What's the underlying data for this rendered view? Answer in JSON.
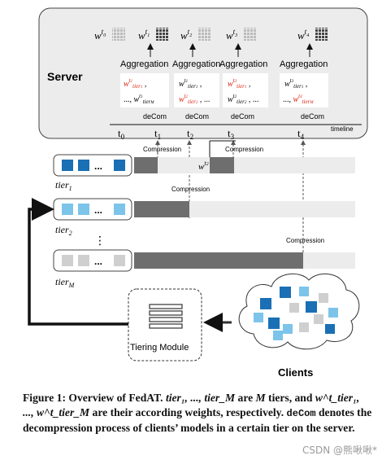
{
  "server": {
    "label": "Server",
    "aggregation_label": "Aggregation",
    "decom_label": "deCom",
    "timeline_label": "timeline",
    "weights": [
      {
        "base": "w",
        "sup": "t",
        "sub": "0"
      },
      {
        "base": "w",
        "sup": "t",
        "sub": "1"
      },
      {
        "base": "w",
        "sup": "t",
        "sub": "2"
      },
      {
        "base": "w",
        "sup": "t",
        "sub": "3"
      },
      {
        "base": "w",
        "sup": "t",
        "sub": "4"
      }
    ],
    "boxes": [
      {
        "line1": "w_tier1^t1 ,",
        "line1b": "..., w_tierM^t1"
      },
      {
        "line1": "w_tier1^t1 ,",
        "line1b": "w_tier2^t2 , ..."
      },
      {
        "line1": "w_tier1^t3 ,",
        "line1b": "w_tier2^t2 , ..."
      },
      {
        "line1": "w_tier1^t3 ,",
        "line1b": "..., w_tierM^t4"
      }
    ],
    "times": [
      "t0",
      "t1",
      "t2",
      "t3",
      "t4"
    ]
  },
  "compression_label": "Compression",
  "wt2_label": "w^t2",
  "tiers": [
    {
      "name": "tier",
      "sub": "1",
      "color": "#1a6fb5"
    },
    {
      "name": "tier",
      "sub": "2",
      "color": "#7cc4ea"
    },
    {
      "name": "tier",
      "sub": "M",
      "color": "#cfcfcf"
    }
  ],
  "ellipsis": "...",
  "vdots": "⋮",
  "tiering_module_label": "Tiering Module",
  "clients_label": "Clients",
  "caption": {
    "prefix": "Figure 1: Overview of FedAT.",
    "tiers": "tier₁, ..., tier_M",
    "mid1": "are",
    "M": "M",
    "mid2": "tiers, and",
    "weights": "w^t_tier₁, ..., w^t_tier_M",
    "mid3": "are their according weights, respectively.",
    "decom": "deCom",
    "end": "denotes the decompression process of clients’ models in a certain tier on the server."
  },
  "watermark": "CSDN @熊啾啾*"
}
